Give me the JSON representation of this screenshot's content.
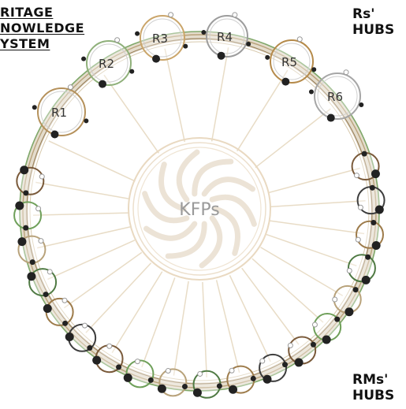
{
  "title": {
    "lines": [
      "RITAGE",
      "NOWLEDGE",
      "YSTEM"
    ]
  },
  "rs_label": {
    "line1": "Rs'",
    "line2": "HUBS"
  },
  "rms_label": {
    "line1": "RMs'",
    "line2": "HUBS"
  },
  "center_label": "KFPs",
  "r_hubs": [
    "R1",
    "R2",
    "R3",
    "R4",
    "R5",
    "R6"
  ],
  "rm_hub_count": 19,
  "colors": {
    "ring_tan": "#c9b99a",
    "ring_green": "#7fa86a",
    "ring_brown": "#8b6a3e",
    "center_circle": "#e6d6bd",
    "spokes": "#e9dcc6",
    "node_dark": "#222222"
  }
}
